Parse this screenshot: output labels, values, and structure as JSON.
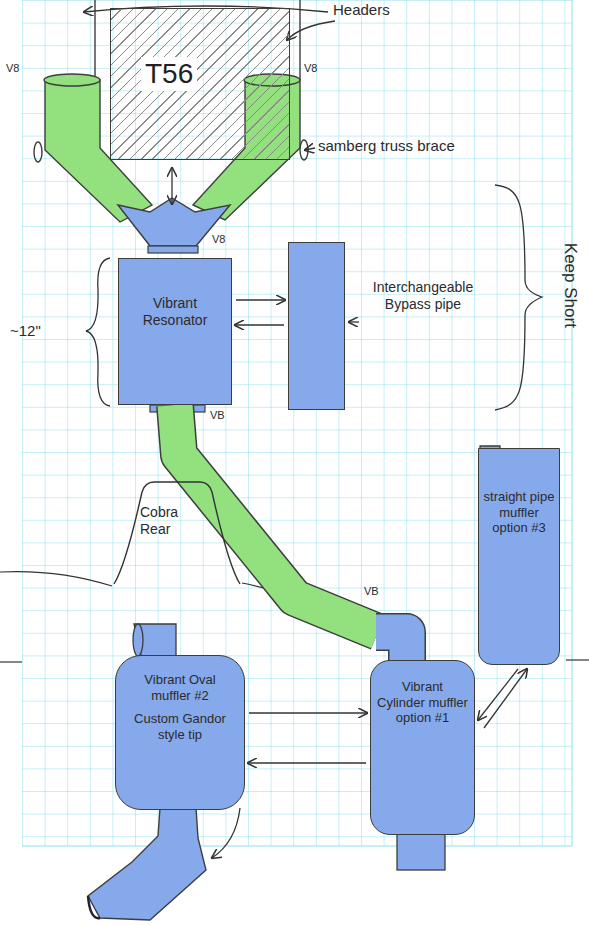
{
  "diagram": {
    "nodes": [
      {
        "text": [
          "T56"
        ]
      },
      {
        "text": [
          "Vibrant Resonator"
        ]
      },
      {
        "text": [
          "Interchangeable Bypass pipe"
        ]
      },
      {
        "text": [
          "straight pipe muffler option #3"
        ]
      },
      {
        "text": [
          "Cobra Rear"
        ]
      },
      {
        "text": [
          "Vibrant Oval muffler #2",
          "Custom Gandor style tip"
        ]
      },
      {
        "text": [
          "Vibrant Cylinder muffler option #1"
        ]
      }
    ],
    "edges": [
      {
        "from": 1,
        "to": 2,
        "arrow": "to"
      },
      {
        "from": 2,
        "to": 1,
        "arrow": "to"
      },
      {
        "from": 1,
        "to": 6,
        "arrow": "none"
      },
      {
        "from": 5,
        "to": 6,
        "arrow": "to"
      },
      {
        "from": 6,
        "to": 5,
        "arrow": "to"
      },
      {
        "from": 6,
        "to": 3,
        "arrow": "to"
      },
      {
        "from": 3,
        "to": 6,
        "arrow": "to"
      }
    ],
    "labels": [
      "Headers",
      "V8",
      "V8",
      "samberg truss brace",
      "V8",
      "~12\"",
      "Keep Short",
      "VB",
      "VB"
    ]
  }
}
